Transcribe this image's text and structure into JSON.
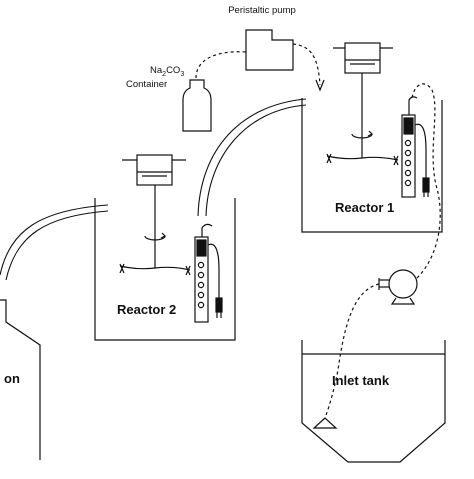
{
  "labels": {
    "pump": "Peristaltic pump",
    "container_line1": "Na",
    "container_sub2": "2",
    "container_mid": "CO",
    "container_sub3": "3",
    "container_line2": "Container",
    "reactor1": "Reactor 1",
    "reactor2": "Reactor 2",
    "inlet_tank": "Inlet tank",
    "clipped_tank": "on"
  },
  "colors": {
    "stroke": "#111111",
    "background": "#ffffff"
  },
  "icons": {
    "pump": "peristaltic-pump-icon",
    "container": "bottle-icon",
    "motor": "motor-icon",
    "stirrer": "stirrer-icon",
    "heater": "heater-strip-icon",
    "centrifugal_pump": "centrifugal-pump-icon"
  }
}
